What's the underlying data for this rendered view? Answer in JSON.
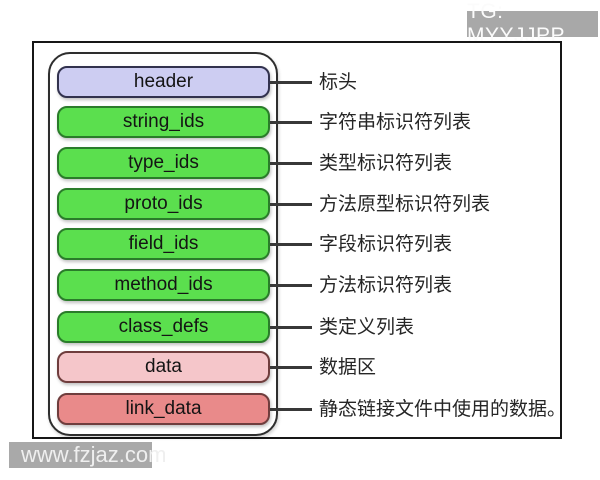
{
  "page": {
    "background": "#ffffff"
  },
  "badge": {
    "text": "TG: MYYJJPP",
    "bg": "#a8a8a8",
    "text_color": "#fbfbfb"
  },
  "watermark": {
    "text": "www.fzjaz.com",
    "bg": "#a9a9a9",
    "text_color": "#efefef"
  },
  "diagram": {
    "connector_color": "#383838",
    "frame_border": "#161616",
    "container_border": "#2e2e2e",
    "rows": [
      {
        "id": "header",
        "label": "header",
        "desc": "标头",
        "fill": "#cdcdf2",
        "border": "#32324e"
      },
      {
        "id": "string_ids",
        "label": "string_ids",
        "desc": "字符串标识符列表",
        "fill": "#5bdf4e",
        "border": "#2a7c2a"
      },
      {
        "id": "type_ids",
        "label": "type_ids",
        "desc": "类型标识符列表",
        "fill": "#5bdf4e",
        "border": "#2a7c2a"
      },
      {
        "id": "proto_ids",
        "label": "proto_ids",
        "desc": "方法原型标识符列表",
        "fill": "#5bdf4e",
        "border": "#2a7c2a"
      },
      {
        "id": "field_ids",
        "label": "field_ids",
        "desc": "字段标识符列表",
        "fill": "#5bdf4e",
        "border": "#2a7c2a"
      },
      {
        "id": "method_ids",
        "label": "method_ids",
        "desc": "方法标识符列表",
        "fill": "#5bdf4e",
        "border": "#2a7c2a"
      },
      {
        "id": "class_defs",
        "label": "class_defs",
        "desc": "类定义列表",
        "fill": "#5bdf4e",
        "border": "#2a7c2a"
      },
      {
        "id": "data",
        "label": "data",
        "desc": "数据区",
        "fill": "#f5c6ca",
        "border": "#6f3d3d"
      },
      {
        "id": "link_data",
        "label": "link_data",
        "desc": "静态链接文件中使用的数据。",
        "fill": "#e98a8a",
        "border": "#6f3d3d"
      }
    ]
  }
}
